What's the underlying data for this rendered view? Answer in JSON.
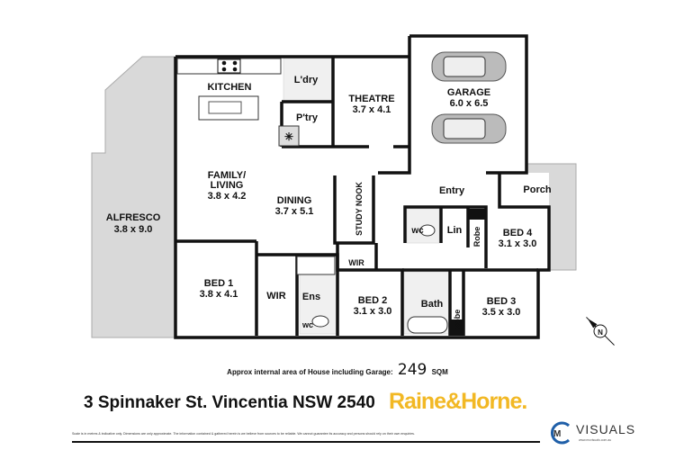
{
  "rooms": {
    "alfresco": {
      "name": "ALFRESCO",
      "size": "3.8 x 9.0"
    },
    "kitchen": {
      "name": "KITCHEN"
    },
    "laundry": {
      "name": "L'dry"
    },
    "pantry": {
      "name": "P'try"
    },
    "theatre": {
      "name": "THEATRE",
      "size": "3.7 x 4.1"
    },
    "garage": {
      "name": "GARAGE",
      "size": "6.0 x 6.5"
    },
    "family": {
      "name1": "FAMILY/",
      "name2": "LIVING",
      "size": "3.8 x 4.2"
    },
    "dining": {
      "name": "DINING",
      "size": "3.7 x 5.1"
    },
    "study": {
      "name": "STUDY NOOK"
    },
    "entry": {
      "name": "Entry"
    },
    "porch": {
      "name": "Porch"
    },
    "wc_front": {
      "name": "wc"
    },
    "linen": {
      "name": "Lin"
    },
    "robe4": {
      "name": "Robe"
    },
    "bed4": {
      "name": "BED 4",
      "size": "3.1 x 3.0"
    },
    "bed1": {
      "name": "BED 1",
      "size": "3.8 x 4.1"
    },
    "wir1": {
      "name": "WIR"
    },
    "ensuite": {
      "name": "Ens"
    },
    "wc_ens": {
      "name": "wc"
    },
    "wir2": {
      "name": "WIR"
    },
    "bed2": {
      "name": "BED 2",
      "size": "3.1 x 3.0"
    },
    "bath": {
      "name": "Bath"
    },
    "robe3": {
      "name": "Robe"
    },
    "bed3": {
      "name": "BED 3",
      "size": "3.5 x 3.0"
    }
  },
  "compass": {
    "label": "N"
  },
  "area": {
    "label": "Approx internal area of House including Garage:",
    "value": "249",
    "unit": "SQM"
  },
  "address": "3 Spinnaker St. Vincentia NSW 2540",
  "brand": "Raine&Horne.",
  "disclaimer": "Scale is in metres & indicative only. Dimensions are only approximate. The information contained & gathered herein is we believe from sources to be reliable. We cannot guarantee its accuracy and persons should rely on their own enquiries.",
  "logo": {
    "name": "VISUALS",
    "url": "www.mcvisuals.com.au"
  },
  "colors": {
    "wall": "#111111",
    "outdoor": "#d9d9d9",
    "brand": "#f2b824",
    "logo_blue": "#1f5fa8"
  }
}
